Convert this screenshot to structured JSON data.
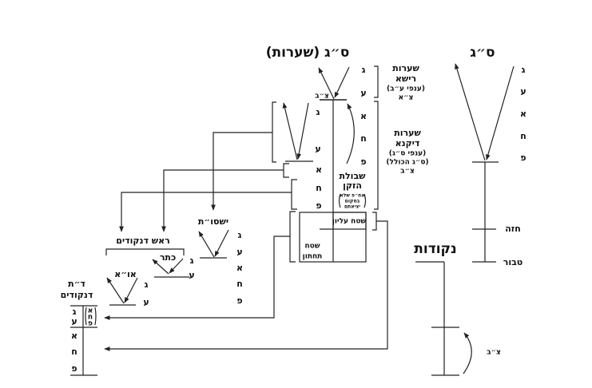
{
  "titles": {
    "sag_hair": "ס״ג (שערות)",
    "sag": "ס״ג",
    "nekudot": "נקודות"
  },
  "sefirot_letters": [
    "ג",
    "ע",
    "א",
    "ח",
    "פ"
  ],
  "hair_column": {
    "zab_label": "צ״ב",
    "upper_letters": [
      "ג",
      "ע"
    ],
    "lower_letters": [
      "א",
      "ח",
      "פ"
    ],
    "inner_letters": [
      "ג",
      "ע"
    ],
    "beard_letters": [
      "א",
      "ח",
      "פ"
    ]
  },
  "seearot_reisha": [
    "שערות",
    "רישא",
    "(ענפי ע״ב)",
    "צ״א"
  ],
  "seearot_dikna": [
    "שערות",
    "דיקנא",
    "(ענפי ס״ג)",
    "(ס״ג הכולל)",
    "צ״ב"
  ],
  "shibolet": {
    "title": [
      "שבולת",
      "הזקן"
    ],
    "note": [
      "אח״פ שלא",
      "במקום",
      "יציאתם"
    ]
  },
  "areas": {
    "upper": "שטח עליון",
    "lower": [
      "שטח",
      "תחתון"
    ]
  },
  "yeshsut": {
    "label": "ישסו״ת",
    "letters": [
      "ג",
      "ע",
      "א",
      "ח",
      "פ"
    ]
  },
  "rosh_nekudim": {
    "label": "ראש דנקודים"
  },
  "keter": {
    "label": "כתר",
    "letters": [
      "ג",
      "ע"
    ]
  },
  "aba_ima": {
    "label": "או״א",
    "letters": [
      "ג",
      "ע"
    ]
  },
  "zat_nekudim": {
    "label": [
      "ד״ת",
      "דנקודים"
    ],
    "upper_letters": [
      "ג",
      "ע"
    ],
    "small_letters": [
      "א",
      "ח",
      "פ"
    ],
    "lower_letters": [
      "א",
      "ח",
      "פ"
    ]
  },
  "sag_right": {
    "letters": [
      "ג",
      "ע",
      "א",
      "ח",
      "פ"
    ],
    "chaze": "חזה",
    "tabur": "טבור"
  },
  "nekudot_zab": "צ״ב"
}
